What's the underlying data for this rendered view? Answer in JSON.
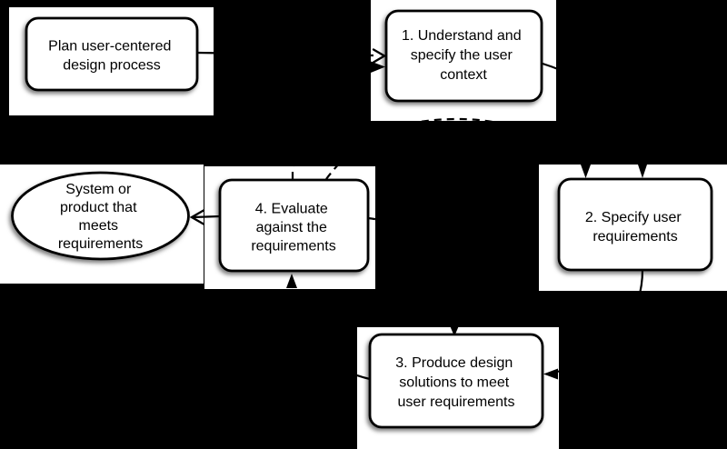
{
  "canvas": {
    "background_color": "#000000",
    "panel_color": "#ffffff",
    "ink_color": "#000000"
  },
  "diagram": {
    "subject": "user-centered design process cycle",
    "nodes": {
      "plan": {
        "shape": "rounded-rect",
        "lines": [
          "Plan user-centered",
          "design process"
        ]
      },
      "step1": {
        "shape": "rounded-rect",
        "lines": [
          "1. Understand and",
          "specify the user",
          "context"
        ]
      },
      "step2": {
        "shape": "rounded-rect",
        "lines": [
          "2. Specify user",
          "requirements"
        ]
      },
      "step3": {
        "shape": "rounded-rect",
        "lines": [
          "3. Produce design",
          "solutions to meet",
          "user requirements"
        ]
      },
      "step4": {
        "shape": "rounded-rect",
        "lines": [
          "4. Evaluate",
          "against the",
          "requirements"
        ]
      },
      "outcome": {
        "shape": "ellipse",
        "lines": [
          "System or",
          "product that",
          "meets",
          "requirements"
        ]
      }
    },
    "edges": [
      {
        "from": "plan",
        "to": "step1",
        "line": "solid",
        "arrowhead": "open"
      },
      {
        "from": "step1",
        "to": "step2",
        "line": "solid",
        "arrowhead": "filled"
      },
      {
        "from": "step2",
        "to": "step3",
        "line": "solid",
        "arrowhead": "filled"
      },
      {
        "from": "step3",
        "to": "step4",
        "line": "solid",
        "arrowhead": "filled"
      },
      {
        "from": "step4",
        "to": "outcome",
        "line": "solid",
        "arrowhead": "open"
      },
      {
        "from": "step4",
        "to": "step1",
        "line": "dashed",
        "arrowhead": "filled"
      },
      {
        "from": "step4",
        "to": "step2",
        "line": "dashed",
        "arrowhead": "filled"
      },
      {
        "from": "step4",
        "to": "step3",
        "line": "dashed",
        "arrowhead": "filled"
      }
    ]
  }
}
